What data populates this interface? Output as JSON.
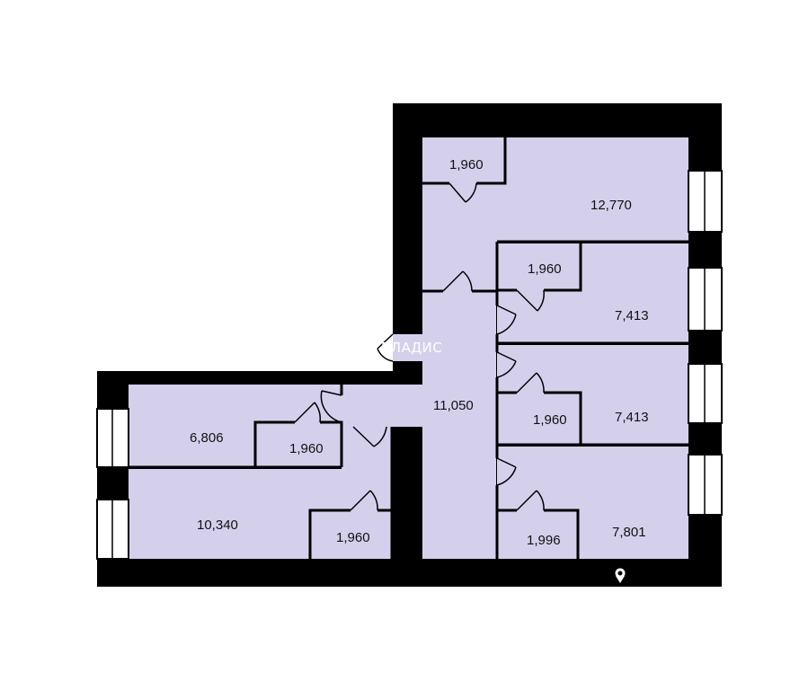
{
  "plan": {
    "colors": {
      "room_fill": "#D4D0EC",
      "wall": "#000000",
      "window": "#ffffff",
      "door": "#000000"
    },
    "rooms": [
      {
        "area": "12,770"
      },
      {
        "area": "1,960"
      },
      {
        "area": "1,960"
      },
      {
        "area": "7,413"
      },
      {
        "area": "1,960"
      },
      {
        "area": "7,413"
      },
      {
        "area": "1,996"
      },
      {
        "area": "7,801"
      },
      {
        "area": "11,050"
      },
      {
        "area": "6,806"
      },
      {
        "area": "1,960"
      },
      {
        "area": "10,340"
      },
      {
        "area": "1,960"
      }
    ],
    "watermark": {
      "text": "ВЛАДИС",
      "icon": "house-logo-icon"
    },
    "north_marker_icon": "location-pin-icon"
  }
}
